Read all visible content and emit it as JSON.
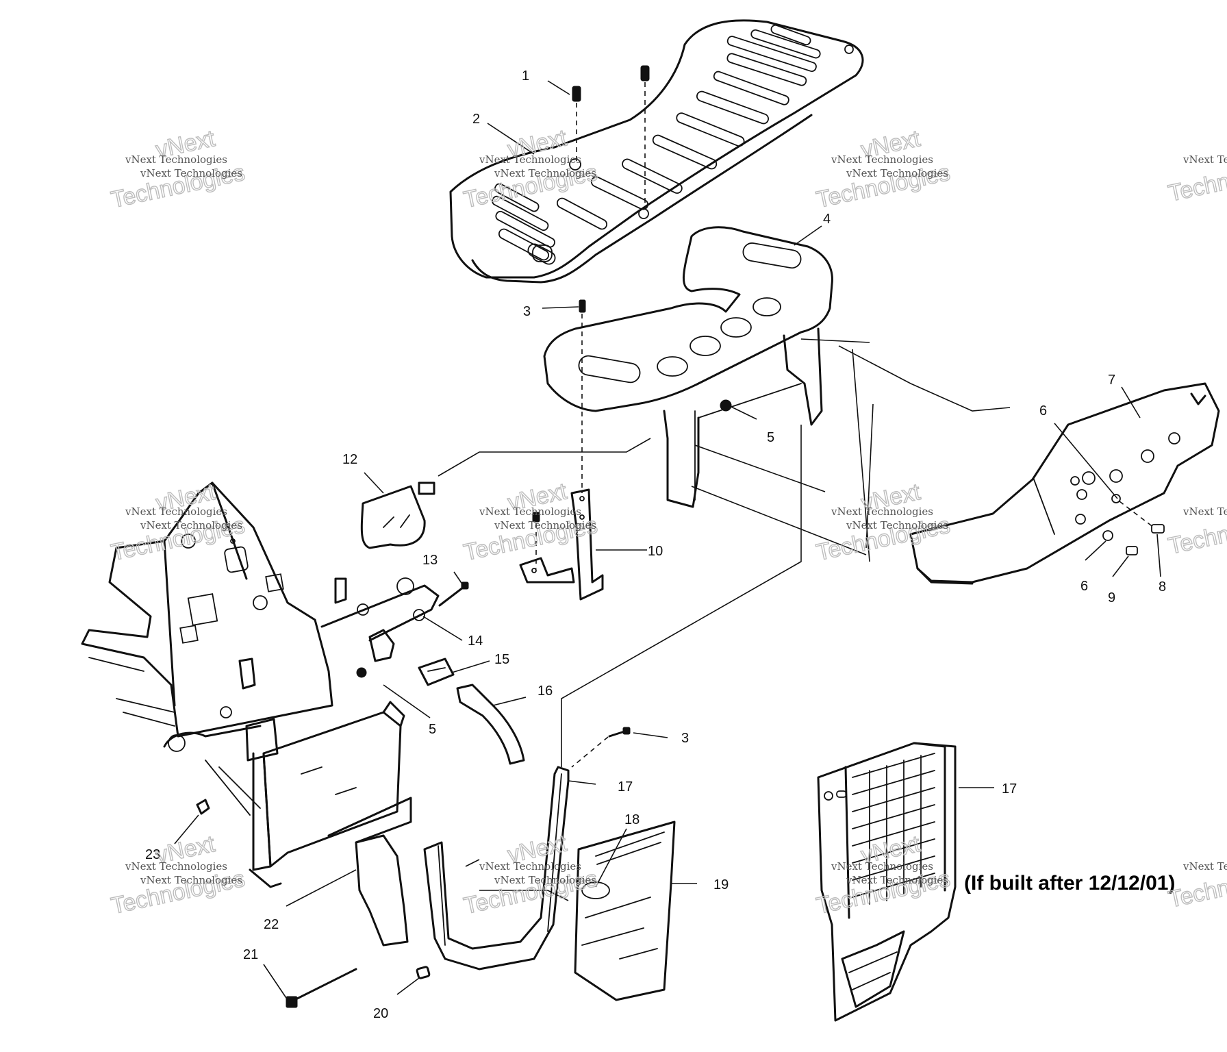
{
  "callouts": {
    "c1": "1",
    "c2": "2",
    "c3a": "3",
    "c4": "4",
    "c5a": "5",
    "c6a": "6",
    "c7": "7",
    "c12": "12",
    "c10": "10",
    "c13": "13",
    "c14": "14",
    "c15": "15",
    "c16": "16",
    "c5b": "5",
    "c3b": "3",
    "c17a": "17",
    "c18": "18",
    "c19": "19",
    "c23": "23",
    "c22": "22",
    "c21": "21",
    "c20": "20",
    "c6b": "6",
    "c9": "9",
    "c8": "8",
    "c17b": "17"
  },
  "note": "(If built after 12/12/01)",
  "watermark": {
    "line": "vNext Technologies",
    "big1": "vNext",
    "big2": "Technologies"
  }
}
